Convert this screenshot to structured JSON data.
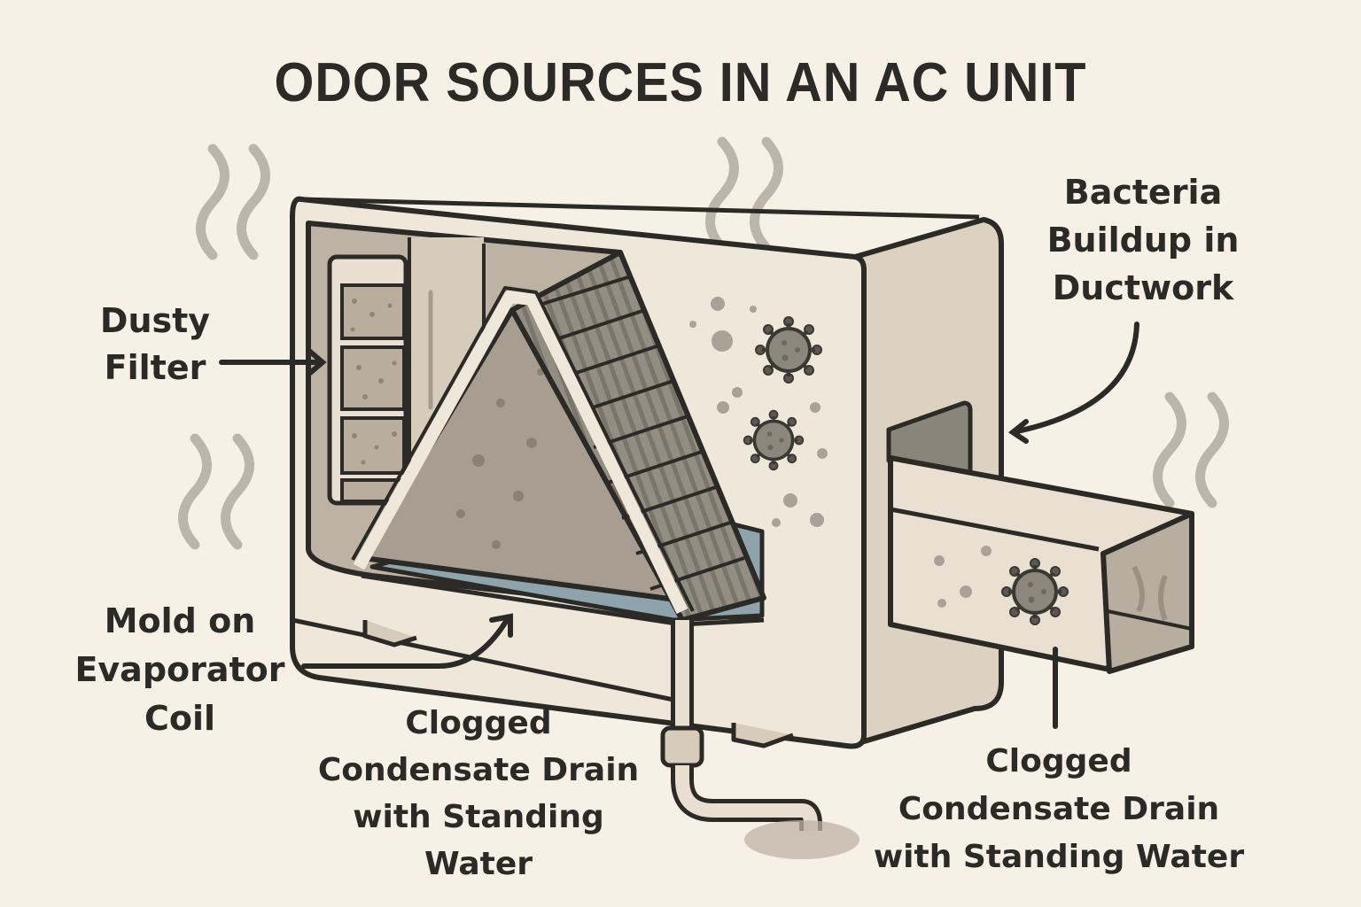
{
  "title": "ODOR SOURCES IN AN AC UNIT",
  "colors": {
    "background": "#f6f0e6",
    "outline": "#2b2a27",
    "unit_body": "#efe7da",
    "unit_side": "#ddd2c2",
    "interior": "#bdb3a5",
    "water": "#8fa3ad",
    "coil": "#8a847a",
    "odor_waves": "#bcb5a9",
    "germ": "#7d776d",
    "spots": "#aaa296"
  },
  "labels": {
    "dusty_filter": {
      "lines": [
        "Dusty",
        "Filter"
      ],
      "icon": "arrow-right-icon"
    },
    "mold_evaporator": {
      "lines": [
        "Mold on",
        "Evaporator",
        "Coil"
      ],
      "icon": "curved-arrow-icon"
    },
    "clogged_drain_left": {
      "lines": [
        "Clogged",
        "Condensate Drain",
        "with Standing Water"
      ]
    },
    "clogged_drain_right": {
      "lines": [
        "Clogged",
        "Condensate Drain",
        "with Standing Water"
      ],
      "icon": "line-pointer-icon"
    },
    "bacteria_ductwork": {
      "lines": [
        "Bacteria",
        "Buildup in",
        "Ductwork"
      ],
      "icon": "curved-arrow-icon"
    }
  },
  "icons": [
    "odor-wave-icon",
    "germ-icon",
    "mold-spot-icon",
    "drain-pipe-icon",
    "puddle-icon"
  ]
}
